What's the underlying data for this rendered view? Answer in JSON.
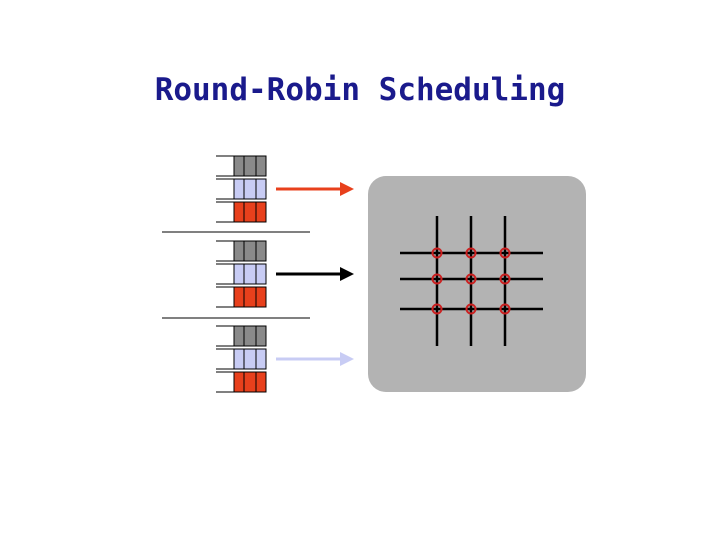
{
  "title": "Round-Robin Scheduling",
  "colors": {
    "title": "#1a1a8c",
    "red": "#e8401c",
    "black": "#000000",
    "lavender": "#c8ccf4",
    "gray_cell": "#8a8a8a",
    "switch_bg": "#b3b3b3",
    "crosspoint": "#cc2222"
  },
  "ports": [
    {
      "id": "input-1",
      "arrow_color": "red"
    },
    {
      "id": "input-2",
      "arrow_color": "black"
    },
    {
      "id": "input-3",
      "arrow_color": "lavender"
    }
  ],
  "voq_colors": [
    "gray",
    "lavender",
    "red"
  ],
  "crossbar": {
    "rows": 3,
    "cols": 3
  }
}
